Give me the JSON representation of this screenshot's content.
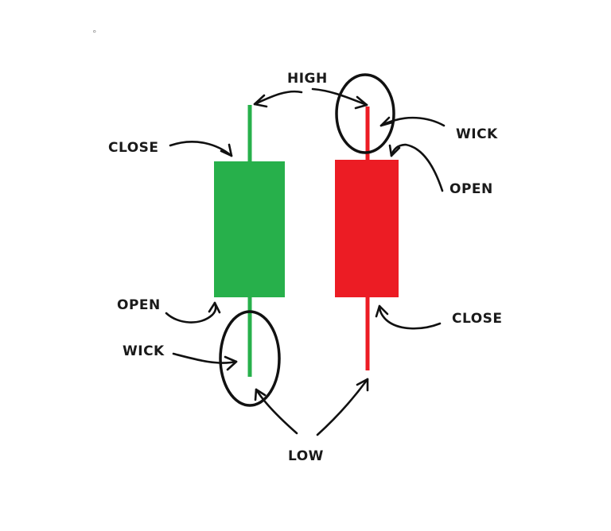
{
  "colors": {
    "bullish": "#27b04b",
    "bearish": "#ec1c24",
    "ink": "#111111",
    "background": "#ffffff"
  },
  "candles": [
    {
      "type": "bullish",
      "color_key": "bullish"
    },
    {
      "type": "bearish",
      "color_key": "bearish"
    }
  ],
  "labels": {
    "high": "HIGH",
    "low": "LOW",
    "bull_close": "CLOSE",
    "bull_open": "OPEN",
    "bull_wick": "WICK",
    "bear_wick": "WICK",
    "bear_open": "OPEN",
    "bear_close": "CLOSE"
  },
  "marks": {
    "corner_dot": "°"
  }
}
